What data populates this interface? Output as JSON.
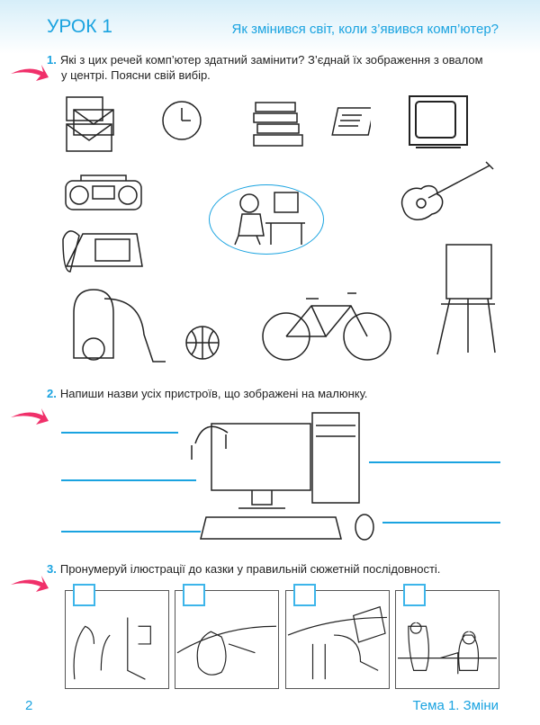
{
  "header": {
    "lesson": "УРОК 1",
    "topic": "Як змінився світ, коли з’явився комп’ютер?"
  },
  "tasks": [
    {
      "number": "1.",
      "line1": "Які з цих речей комп’ютер здатний замінити? З’єднай їх зображення з овалом",
      "line2": "у центрі. Поясни свій вибір."
    },
    {
      "number": "2.",
      "line1": "Напиши назви усіх пристроїв, що зображені на малюнку."
    },
    {
      "number": "3.",
      "line1": "Пронумеруй ілюстрації до казки у правильній сюжетній послідовності."
    }
  ],
  "footer": {
    "page": "2",
    "section": "Тема 1. Зміни"
  },
  "colors": {
    "accent": "#1aa3e0",
    "arrow": "#f0306a"
  }
}
